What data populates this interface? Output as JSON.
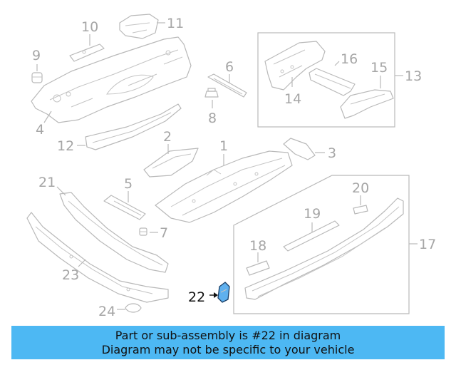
{
  "diagram": {
    "callouts": {
      "c1": "1",
      "c2": "2",
      "c3": "3",
      "c4": "4",
      "c5": "5",
      "c6": "6",
      "c7": "7",
      "c8": "8",
      "c9": "9",
      "c10": "10",
      "c11": "11",
      "c12": "12",
      "c13": "13",
      "c14": "14",
      "c15": "15",
      "c16": "16",
      "c17": "17",
      "c18": "18",
      "c19": "19",
      "c20": "20",
      "c21": "21",
      "c22": "22",
      "c23": "23",
      "c24": "24"
    },
    "highlighted_part": "22",
    "colors": {
      "highlight_fill": "#5fb0ee",
      "banner": "#4db8f3",
      "line": "#b9b9b9"
    }
  },
  "banner": {
    "line1": "Part or sub-assembly is #22 in diagram",
    "line2": "Diagram may not be specific to your vehicle"
  }
}
